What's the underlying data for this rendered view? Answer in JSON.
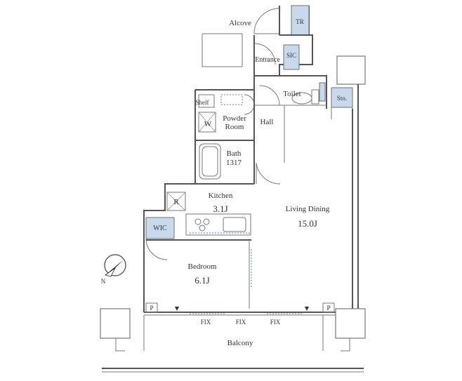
{
  "rooms": {
    "alcove": "Alcove",
    "tr": "TR",
    "entrance": "Entrance",
    "sic": "SIC",
    "toilet": "Toilet",
    "sto": "Sto.",
    "shelf": "Shelf",
    "w": "W",
    "powder_line1": "Powder",
    "powder_line2": "Room",
    "hall": "Hall",
    "bath": "Bath",
    "bath_size": "1317",
    "kitchen": "Kitchen",
    "kitchen_size": "3.1J",
    "r": "R",
    "living": "Living Dining",
    "living_size": "15.0J",
    "wic": "WIC",
    "bedroom": "Bedroom",
    "bedroom_size": "6.1J",
    "p_left": "P",
    "p_right": "P",
    "fix_1": "FIX",
    "fix_2": "FIX",
    "fix_3": "FIX",
    "balcony": "Balcony",
    "compass": "N"
  }
}
